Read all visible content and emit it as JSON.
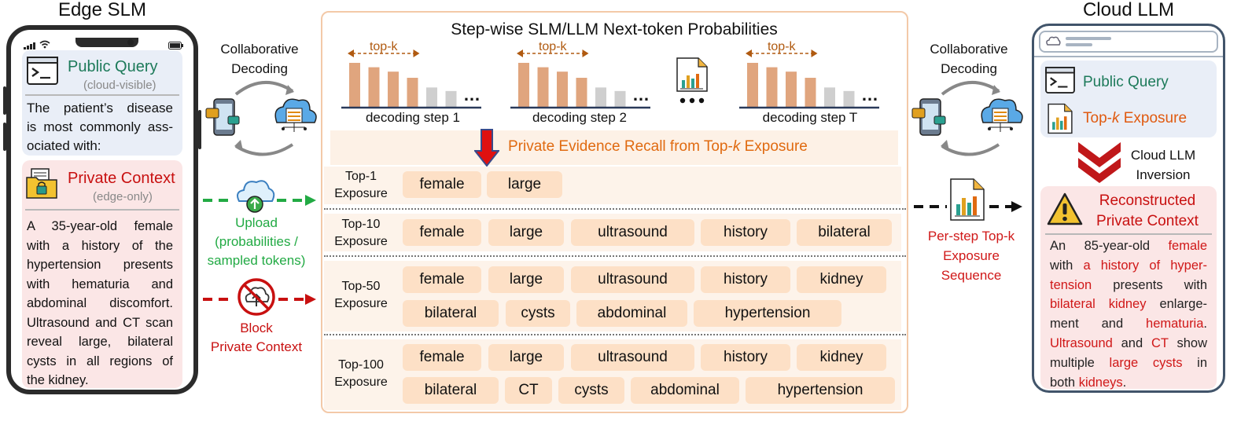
{
  "titles": {
    "edge": "Edge SLM",
    "cloud": "Cloud LLM"
  },
  "left_phone": {
    "public_query_title": "Public Query",
    "public_query_sub": "(cloud-visible)",
    "query_lines": [
      "The patient’s disease",
      "is most commonly ass-",
      "ociated with:"
    ],
    "private_title": "Private Context",
    "private_sub": "(edge-only)",
    "private_lines": [
      "A 35-year-old female",
      "with a history of the",
      "hypertension presents",
      "with hematuria and",
      "abdominal discomfort.",
      "Ultrasound and CT scan",
      "reveal large, bilateral",
      "cysts in all regions of",
      "the kidney."
    ]
  },
  "left_middle": {
    "collab_line1": "Collaborative",
    "collab_line2": "Decoding",
    "upload_line1": "Upload",
    "upload_line2": "(probabilities /",
    "upload_line3": "sampled tokens)",
    "block_line1": "Block",
    "block_line2": "Private Context"
  },
  "center": {
    "prob_title": "Step-wise SLM/LLM Next-token Probabilities",
    "topk_label": "top-k",
    "ellipsis": "…",
    "steps": [
      "decoding step 1",
      "decoding step 2",
      "decoding step T"
    ],
    "recall_prefix": "Private Evidence Recall from Top-",
    "recall_k": "k",
    "recall_suffix": " Exposure",
    "rows": [
      {
        "label1": "Top-1",
        "label2": "Exposure",
        "chips": [
          "female",
          "large"
        ]
      },
      {
        "label1": "Top-10",
        "label2": "Exposure",
        "chips": [
          "female",
          "large",
          "ultrasound",
          "history",
          "bilateral"
        ]
      },
      {
        "label1": "Top-50",
        "label2": "Exposure",
        "chips": [
          "female",
          "large",
          "ultrasound",
          "history",
          "kidney",
          "bilateral",
          "cysts",
          "abdominal",
          "hypertension"
        ]
      },
      {
        "label1": "Top-100",
        "label2": "Exposure",
        "chips": [
          "female",
          "large",
          "ultrasound",
          "history",
          "kidney",
          "bilateral",
          "CT",
          "cysts",
          "abdominal",
          "hypertension"
        ]
      }
    ]
  },
  "right_middle": {
    "collab_line1": "Collaborative",
    "collab_line2": "Decoding",
    "seq_line1": "Per-step Top-k",
    "seq_line2": "Exposure",
    "seq_line3": "Sequence"
  },
  "right_phone": {
    "public_query": "Public Query",
    "topk_prefix": "Top-",
    "topk_k": "k",
    "topk_suffix": " Exposure",
    "inversion_line1": "Cloud LLM",
    "inversion_line2": "Inversion",
    "recon_line1": "Reconstructed",
    "recon_line2": "Private Context",
    "recon_text": [
      [
        [
          "An 85-year-old ",
          0
        ],
        [
          "female",
          1
        ]
      ],
      [
        [
          "with ",
          0
        ],
        [
          "a history of hyper-",
          1
        ]
      ],
      [
        [
          "tension",
          1
        ],
        [
          " presents with",
          0
        ]
      ],
      [
        [
          "bilateral kidney",
          1
        ],
        [
          " enlarge-",
          0
        ]
      ],
      [
        [
          "ment and ",
          0
        ],
        [
          "hematuria",
          1
        ],
        [
          ".",
          0
        ]
      ],
      [
        [
          "Ultrasound",
          1
        ],
        [
          " and ",
          0
        ],
        [
          "CT",
          1
        ],
        [
          " show",
          0
        ]
      ],
      [
        [
          "multiple ",
          0
        ],
        [
          "large cysts",
          1
        ],
        [
          " in",
          0
        ]
      ],
      [
        [
          "both ",
          0
        ],
        [
          "kidneys",
          1
        ],
        [
          ".",
          0
        ]
      ]
    ]
  },
  "colors": {
    "accent_orange": "#e06a10",
    "bar_orange": "#e0a57e",
    "bar_grey": "#cfcfcf",
    "chip_fill": "#fde0c6",
    "private_red": "#c81010",
    "public_green": "#1d7a5a",
    "upload_green": "#22aa44"
  },
  "chart_data": {
    "type": "bar",
    "title": "Step-wise SLM/LLM Next-token Probabilities",
    "series": [
      {
        "values": [
          1.0,
          0.9,
          0.8,
          0.66,
          0.44,
          0.36
        ]
      },
      {
        "values": [
          1.0,
          0.9,
          0.8,
          0.66,
          0.44,
          0.36
        ]
      },
      {
        "values": [
          1.0,
          0.9,
          0.8,
          0.66,
          0.44,
          0.36
        ]
      }
    ],
    "categories": [
      "decoding step 1",
      "decoding step 2",
      "decoding step T"
    ],
    "topk_count": 4
  }
}
